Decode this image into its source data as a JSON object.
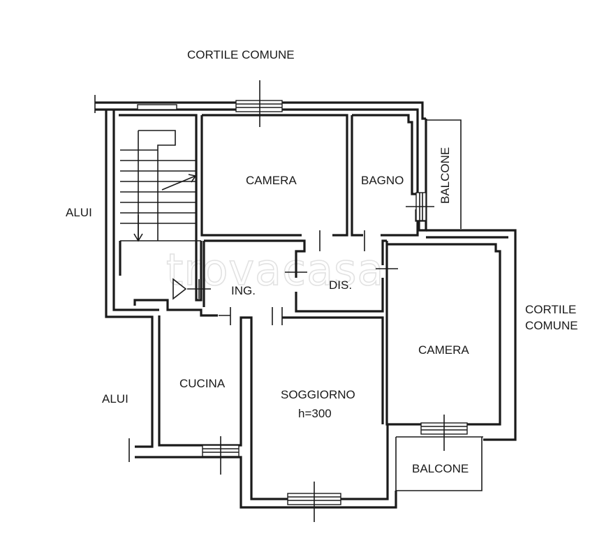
{
  "labels": {
    "cortile_top": "CORTILE COMUNE",
    "alui_left_top": "ALUI",
    "alui_left_bottom": "ALUI",
    "cortile_right_line1": "CORTILE",
    "cortile_right_line2": "COMUNE",
    "camera_top": "CAMERA",
    "bagno": "BAGNO",
    "balcone_right": "BALCONE",
    "ingresso": "ING.",
    "disimpegno": "DIS.",
    "camera_right": "CAMERA",
    "cucina": "CUCINA",
    "soggiorno": "SOGGIORNO",
    "soggiorno_height": "h=300",
    "balcone_bottom": "BALCONE"
  },
  "watermark": "trovacasa",
  "colors": {
    "line": "#1a1a1a",
    "watermark": "#e2e2e2",
    "background": "#ffffff"
  }
}
